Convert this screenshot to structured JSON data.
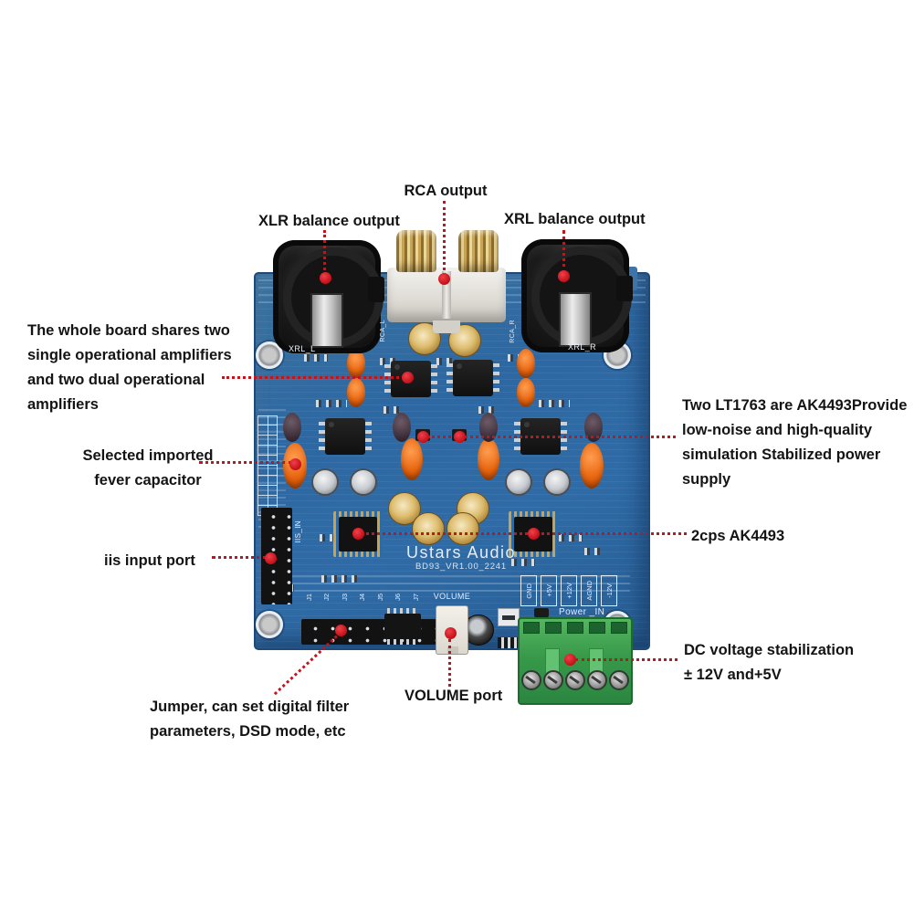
{
  "colors": {
    "pcb_blue": "#2e6ba5",
    "annotation_red": "#c3141c",
    "terminal_green": "#37994a",
    "gold": "#c9a557",
    "silkscreen": "#e6eefb"
  },
  "annotations": {
    "rca_output": "RCA output",
    "xlr_left": "XLR balance output",
    "xlr_right": "XRL balance output",
    "opamps_lines": [
      "The whole board shares two",
      "single operational amplifiers",
      "and two dual operational",
      "amplifiers"
    ],
    "capacitor_lines": [
      "Selected imported",
      "fever capacitor"
    ],
    "iis": "iis input port",
    "regulators_lines": [
      "Two LT1763 are AK4493Provide",
      "low-noise and high-quality",
      "simulation Stabilized power",
      "supply"
    ],
    "dac_chips": "2cps AK4493",
    "dc_lines": [
      "DC voltage stabilization",
      "± 12V and+5V"
    ],
    "jumper_lines": [
      "Jumper, can set digital filter",
      "parameters, DSD mode, etc"
    ],
    "volume_port": "VOLUME port"
  },
  "board": {
    "brand": "Ustars Audio",
    "version": "BD93_VR1.00_2241",
    "volume_silkscreen": "VOLUME",
    "power_in_silkscreen": "Power _IN",
    "iis_silkscreen": "IIS_IN",
    "xlr_left_silkscreen": "XRL_L",
    "xlr_right_silkscreen": "XRL_R",
    "rca_left_silkscreen": "RCA_L",
    "rca_right_silkscreen": "RCA_R",
    "power_pin_labels": [
      "GND",
      "+5V",
      "+12V",
      "AGND",
      "-12V"
    ],
    "jumper_labels": [
      "J1",
      "J2",
      "J3",
      "J4",
      "J5",
      "J6",
      "J7"
    ]
  }
}
